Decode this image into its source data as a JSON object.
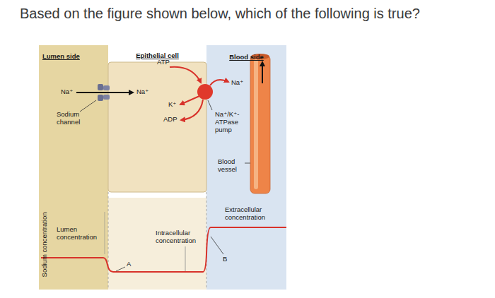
{
  "diagram": {
    "title": "Based on the figure shown below, which of the following is true?",
    "nodes": [
      {
        "text": [
          "Lumen side"
        ]
      },
      {
        "text": [
          "Epithelial cell"
        ]
      },
      {
        "text": [
          "Blood side"
        ]
      }
    ],
    "labels": [
      "ATP",
      "Na⁺",
      "Na⁺",
      "K⁺",
      "ADP",
      "Na⁺",
      "Sodium channel",
      "Na⁺/K⁺- ATPase pump",
      "Blood vessel",
      "Sodium concentration",
      "Lumen concentration",
      "Intracellular concentration",
      "Extracellular concentration",
      "A",
      "B"
    ]
  }
}
